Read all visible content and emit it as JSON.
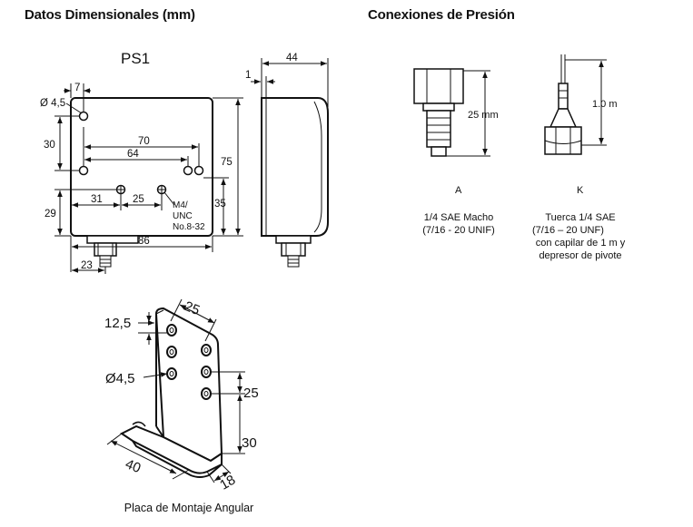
{
  "headings": {
    "dimensional": "Datos Dimensionales (mm)",
    "pressure": "Conexiones de Presión"
  },
  "ps1": {
    "title": "PS1",
    "dims": {
      "hole": "Ø 4,5",
      "d7": "7",
      "d30": "30",
      "d70": "70",
      "d64": "64",
      "d31": "31",
      "d25": "25",
      "d29": "29",
      "d86": "86",
      "d23": "23",
      "d75": "75",
      "d35": "35",
      "d44": "44",
      "d1": "1"
    },
    "thread_label": [
      "M4/",
      "UNC",
      "No.8-32"
    ]
  },
  "connections": {
    "a": {
      "letter": "A",
      "dim": "25 mm",
      "caption": [
        "1/4 SAE Macho",
        "(7/16 - 20 UNIF)"
      ]
    },
    "k": {
      "letter": "K",
      "dim": "1.0 m",
      "caption": [
        "Tuerca 1/4 SAE",
        "(7/16 – 20 UNF)",
        "con capilar de 1 m y",
        "depresor de pivote"
      ]
    }
  },
  "bracket": {
    "dims": {
      "d25_top": "25",
      "d12_5": "12,5",
      "hole": "Ø4,5",
      "d25_side": "25",
      "d30": "30",
      "d40": "40",
      "d18": "18"
    },
    "caption": "Placa de Montaje Angular"
  }
}
